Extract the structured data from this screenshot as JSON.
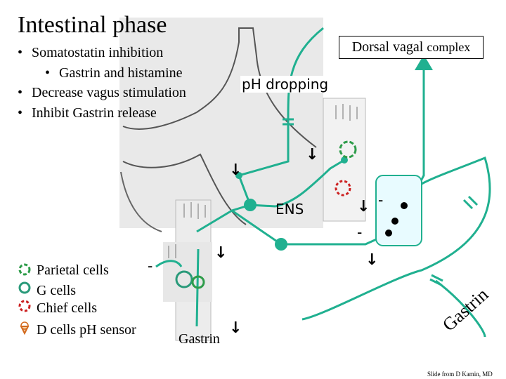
{
  "title": "Intestinal phase",
  "bullets": [
    "Somatostatin inhibition",
    "Gastrin and histamine",
    "Decrease vagus stimulation",
    "Inhibit Gastrin release"
  ],
  "ph_label": "pH dropping",
  "dvc_label_main": "Dorsal vagal",
  "dvc_label_small": "complex",
  "ens_label": "ENS",
  "legend": [
    "Parietal cells",
    "G cells",
    "Chief cells",
    "D cells pH sensor"
  ],
  "gastrin_left": "Gastrin",
  "gastrin_right": "Gastrin",
  "credit": "Slide from D Kamin, MD",
  "minus_sign": "-",
  "down_arrow": "↓",
  "colors": {
    "pathway": "#20b090",
    "parietal": "#2e9c4a",
    "g_cell": "#2a9a7a",
    "chief": "#cc2020",
    "d_cell": "#d2691e",
    "tissue": "#e8e8e8"
  },
  "icons": {
    "parietal": "dashed-circle-icon",
    "g_cell": "ring-icon",
    "chief": "dotted-ring-icon",
    "d_cell": "triangle-sensor-icon",
    "down": "down-arrow-icon"
  }
}
